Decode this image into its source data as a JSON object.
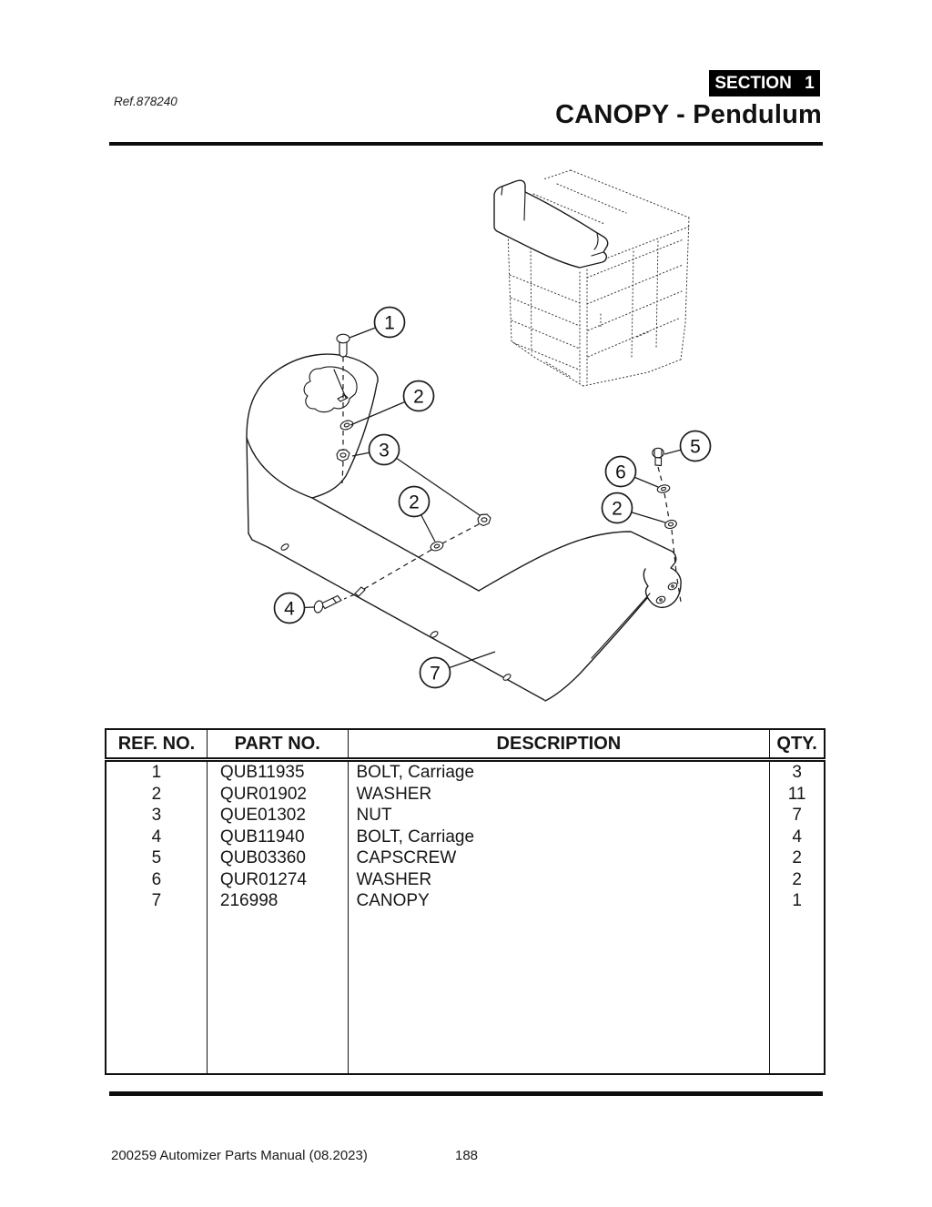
{
  "page": {
    "ref_label": "Ref.878240",
    "section_badge": "SECTION 1",
    "title": "CANOPY - Pendulum",
    "footer_left": "200259 Automizer Parts Manual (08.2023)",
    "footer_page": "188"
  },
  "colors": {
    "ink": "#1a1a1a",
    "badge_bg": "#000000",
    "badge_text": "#ffffff",
    "page_bg": "#ffffff"
  },
  "diagram": {
    "description": "Exploded line drawing of pendulum canopy with ghosted machine inset and numbered hardware callouts",
    "callouts": [
      {
        "label": "1"
      },
      {
        "label": "2"
      },
      {
        "label": "3"
      },
      {
        "label": "2"
      },
      {
        "label": "4"
      },
      {
        "label": "7"
      },
      {
        "label": "5"
      },
      {
        "label": "6"
      },
      {
        "label": "2"
      }
    ]
  },
  "table": {
    "headers": {
      "ref": "REF. NO.",
      "part": "PART NO.",
      "desc": "DESCRIPTION",
      "qty": "QTY."
    },
    "rows": [
      {
        "ref": "1",
        "part": "QUB11935",
        "desc": "BOLT, Carriage",
        "qty": "3"
      },
      {
        "ref": "2",
        "part": "QUR01902",
        "desc": "WASHER",
        "qty": "11"
      },
      {
        "ref": "3",
        "part": "QUE01302",
        "desc": "NUT",
        "qty": "7"
      },
      {
        "ref": "4",
        "part": "QUB11940",
        "desc": "BOLT, Carriage",
        "qty": "4"
      },
      {
        "ref": "5",
        "part": "QUB03360",
        "desc": "CAPSCREW",
        "qty": "2"
      },
      {
        "ref": "6",
        "part": "QUR01274",
        "desc": "WASHER",
        "qty": "2"
      },
      {
        "ref": "7",
        "part": "216998",
        "desc": "CANOPY",
        "qty": "1"
      }
    ]
  }
}
